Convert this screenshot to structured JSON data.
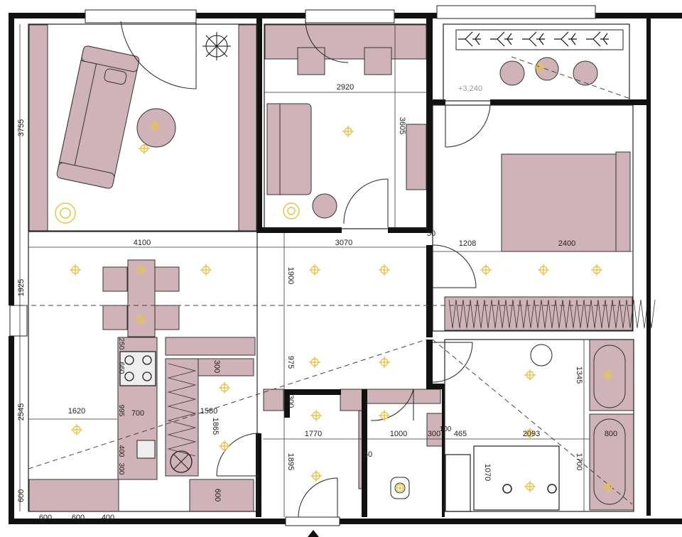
{
  "plan": {
    "colors": {
      "furniture": "#cfb3b8",
      "wall": "#111111",
      "light": "#e8c34a",
      "line": "#222222"
    },
    "level_label": "+3,240",
    "dimensions": {
      "d3755": "3755",
      "d1925": "1925",
      "d2545": "2545",
      "d600_left": "600",
      "d600_b1": "600",
      "d600_b2": "600",
      "d400_b": "400",
      "d4100": "4100",
      "d3070": "3070",
      "d2920": "2920",
      "d3605": "3605",
      "d1208": "1208",
      "d2400": "2400",
      "d50_top": "50",
      "d1900": "1900",
      "d975": "975",
      "d300_mid": "300",
      "d1770": "1770",
      "d1895": "1895",
      "d1620": "1620",
      "d700": "700",
      "d1580": "1580",
      "d1865": "1865",
      "d300_k": "300",
      "d250": "250",
      "d660": "660",
      "d995": "995",
      "d400_k": "400",
      "d300_k2": "300",
      "d600_w": "600",
      "d1000": "1000",
      "d300_c": "300",
      "d100": "100",
      "d465": "465",
      "d2093": "2093",
      "d800": "800",
      "d1345": "1345",
      "d1700": "1700",
      "d50_c": "50",
      "d1070": "1070"
    }
  }
}
